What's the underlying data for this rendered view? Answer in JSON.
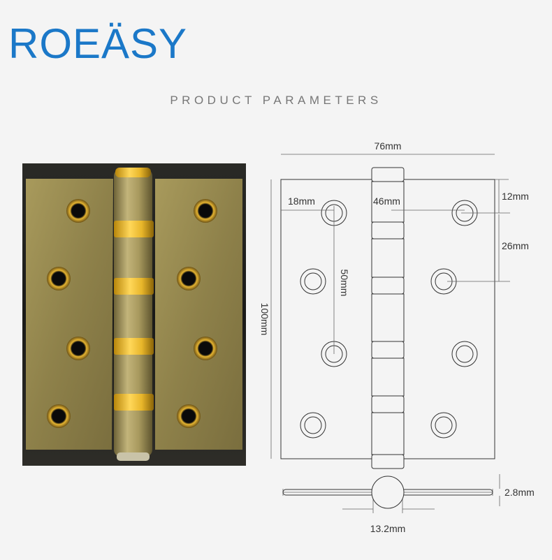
{
  "brand": {
    "logo_text": "ROEÄSY",
    "logo_color": "#1b78c8"
  },
  "section_title": "PRODUCT PARAMETERS",
  "product_photo": {
    "subject": "brass-finish ball bearing door hinge"
  },
  "dimensions": {
    "width": "76mm",
    "height": "100mm",
    "edge_to_hole": "18mm",
    "hole_to_hole_horizontal": "46mm",
    "hole_vertical_spacing": "50mm",
    "top_to_first_hole": "12mm",
    "hole_to_hole_right": "26mm",
    "thickness": "2.8mm",
    "knuckle_diameter": "13.2mm"
  }
}
